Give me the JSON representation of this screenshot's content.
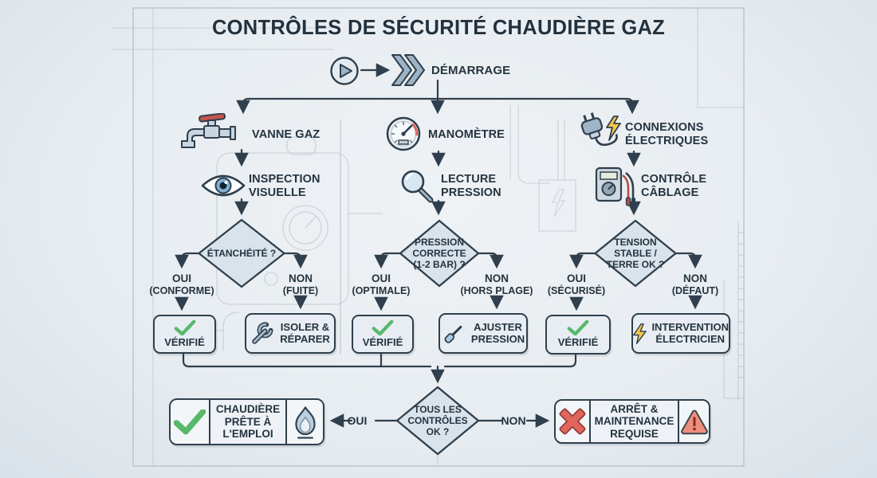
{
  "title": "CONTRÔLES DE SÉCURITÉ CHAUDIÈRE GAZ",
  "start": {
    "label": "DÉMARRAGE"
  },
  "branches": [
    {
      "step1": "VANNE GAZ",
      "step2": "INSPECTION\nVISUELLE",
      "decision": "ÉTANCHÉITÉ ?",
      "yes": "OUI",
      "yes_sub": "(CONFORME)",
      "no": "NON",
      "no_sub": "(FUITE)",
      "yes_result": "VÉRIFIÉ",
      "no_result": "ISOLER &\nRÉPARER"
    },
    {
      "step1": "MANOMÈTRE",
      "step2": "LECTURE\nPRESSION",
      "decision": "PRESSION\nCORRECTE\n(1-2 BAR) ?",
      "yes": "OUI",
      "yes_sub": "(OPTIMALE)",
      "no": "NON",
      "no_sub": "(HORS PLAGE)",
      "yes_result": "VÉRIFIÉ",
      "no_result": "AJUSTER\nPRESSION"
    },
    {
      "step1": "CONNEXIONS\nÉLECTRIQUES",
      "step2": "CONTRÔLE\nCÂBLAGE",
      "decision": "TENSION\nSTABLE /\nTERRE OK ?",
      "yes": "OUI",
      "yes_sub": "(SÉCURISÉ)",
      "no": "NON",
      "no_sub": "(DÉFAUT)",
      "yes_result": "VÉRIFIÉ",
      "no_result": "INTERVENTION\nÉLECTRICIEN"
    }
  ],
  "final": {
    "decision": "TOUS LES\nCONTRÔLES\nOK ?",
    "yes": "OUI",
    "no": "NON",
    "success": "CHAUDIÈRE\nPRÊTE À\nL'EMPLOI",
    "failure": "ARRÊT &\nMAINTENANCE\nREQUISE"
  },
  "colors": {
    "line": "#2f3f4d",
    "diamond_fill": "#d9e3eb",
    "box_fill": "#e7edf2",
    "green": "#58b96a",
    "red": "#e0655c",
    "yellow": "#f3c64a",
    "accent_blue": "#9db4c6"
  }
}
